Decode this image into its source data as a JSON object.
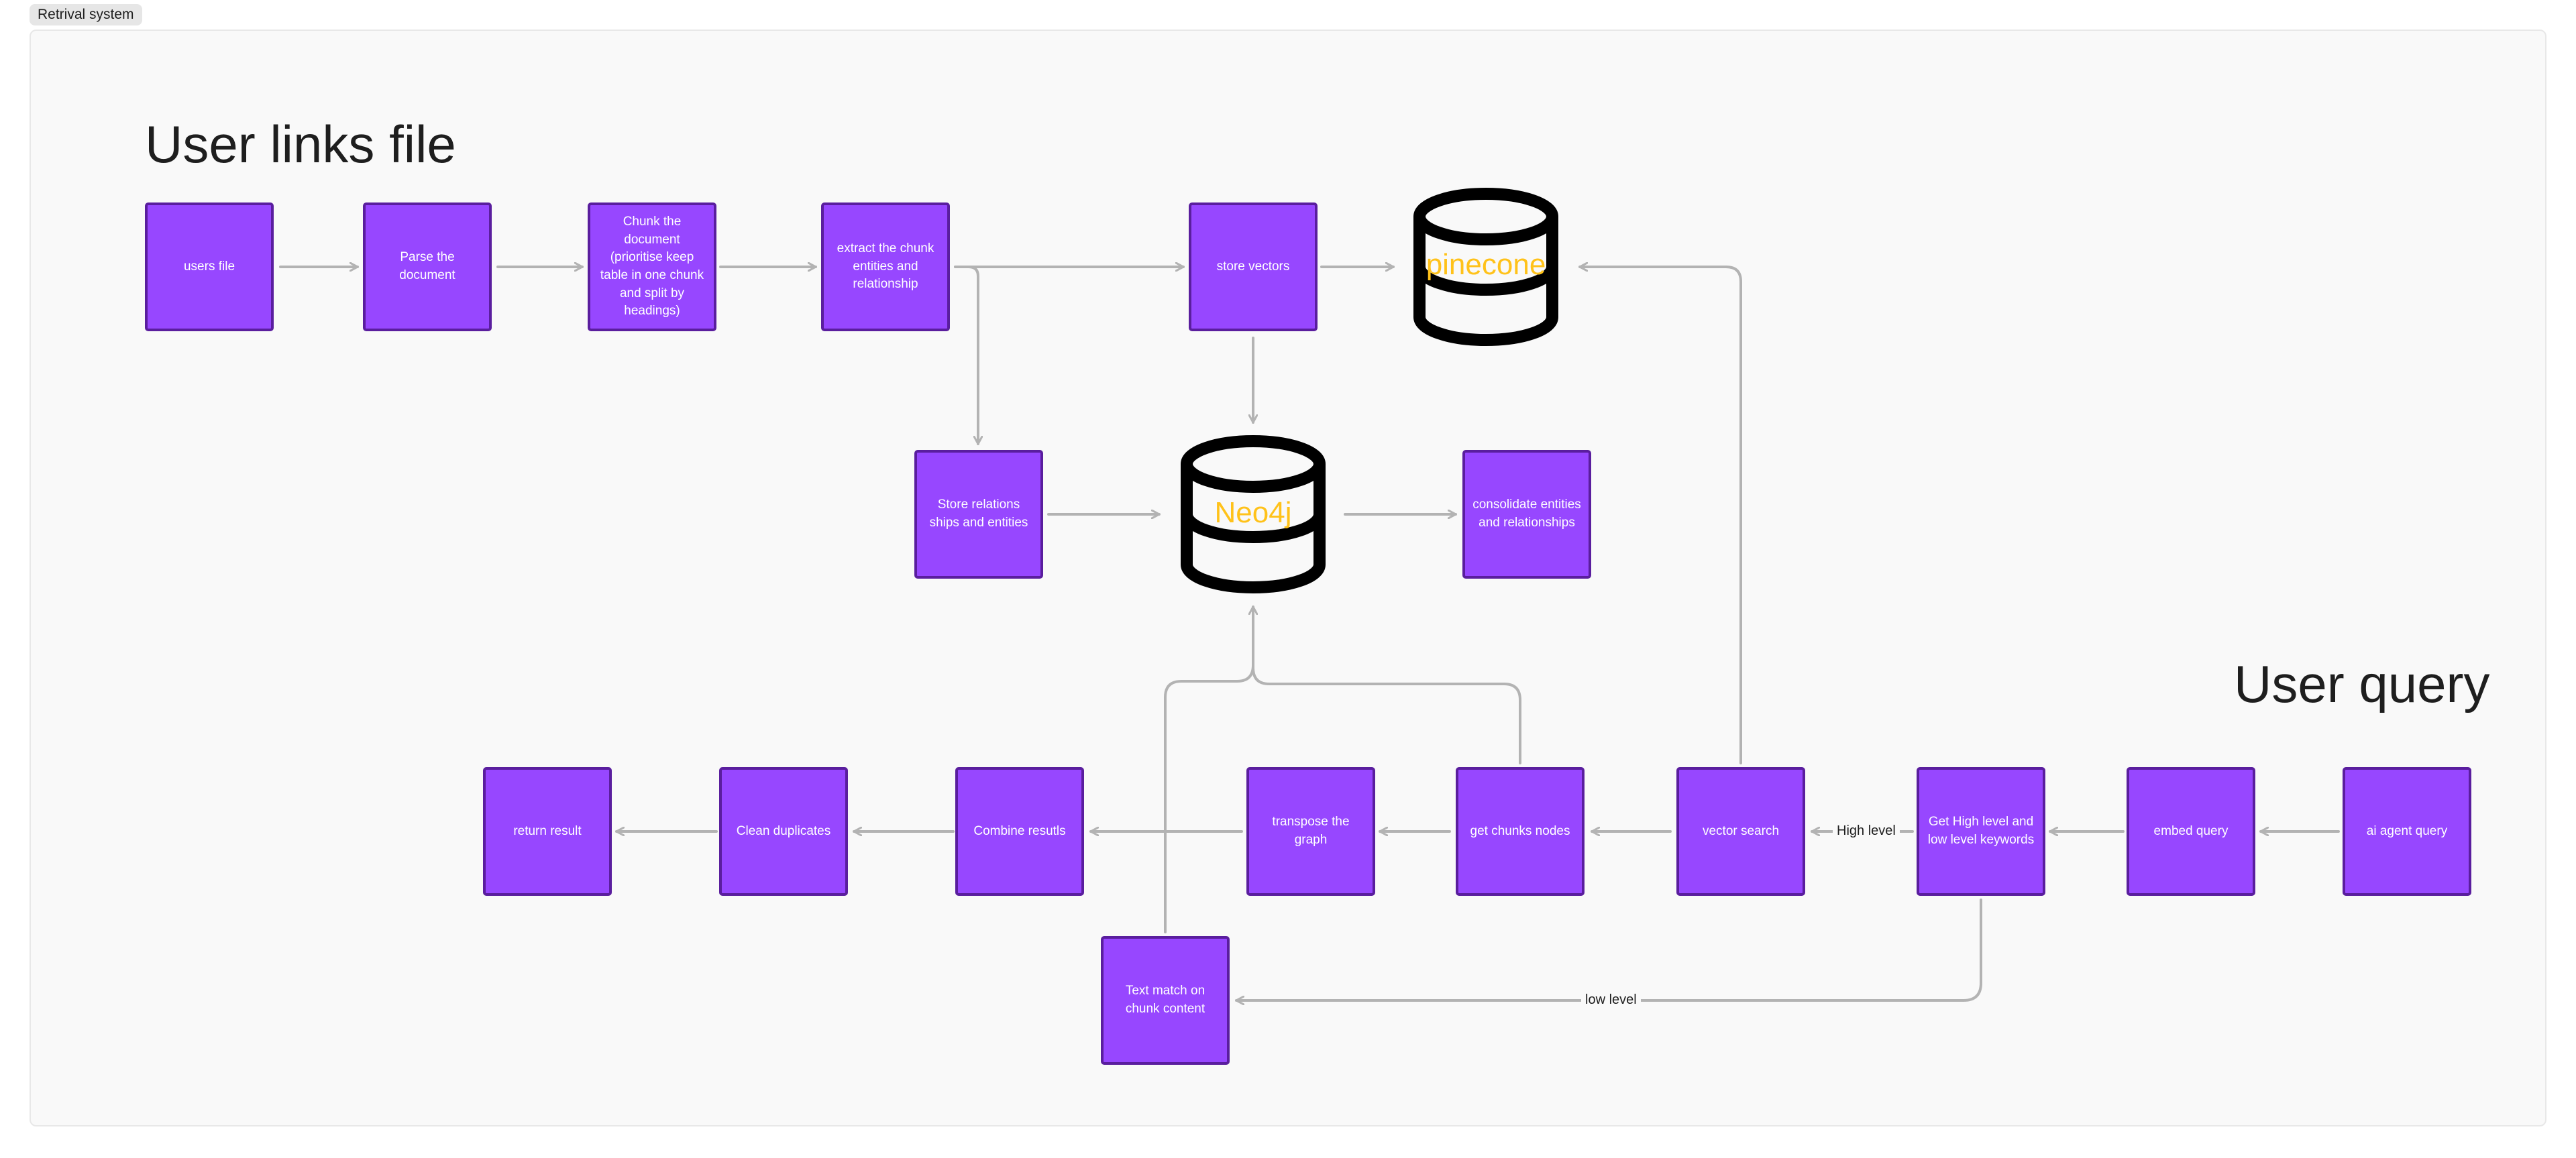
{
  "frame": {
    "label": "Retrival system"
  },
  "sections": {
    "upload_title": "User links file",
    "query_title": "User query"
  },
  "nodes": {
    "users_file": "users file",
    "parse_document": "Parse the document",
    "chunk_document": "Chunk the document (prioritise keep table in one chunk and split by headings)",
    "extract_entities": "extract the chunk entities and relationship",
    "store_vectors": "store vectors",
    "store_relations": "Store relations ships and entities",
    "consolidate": "consolidate entities and relationships",
    "return_result": "return result",
    "clean_duplicates": "Clean duplicates",
    "combine_results": "Combine resutls",
    "transpose_graph": "transpose the graph",
    "get_chunk_nodes": "get chunks nodes",
    "vector_search": "vector search",
    "get_keywords": "Get High level and low level keywords",
    "embed_query": "embed query",
    "agent_query": "ai agent query",
    "text_match": "Text match on chunk content"
  },
  "databases": {
    "pinecone": "pinecone",
    "neo4j": "Neo4j"
  },
  "edge_labels": {
    "high_level": "High level",
    "low_level": "low level"
  },
  "colors": {
    "node_fill": "#9747ff",
    "node_border": "#5a1e9e",
    "connector": "#b3b3b3",
    "database_outline": "#000000",
    "database_label": "#ffc21a",
    "frame_background": "#f9f9f9"
  }
}
